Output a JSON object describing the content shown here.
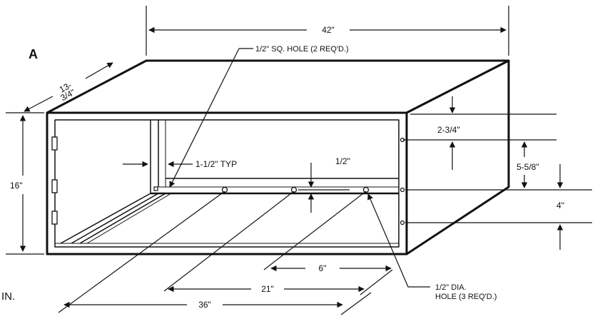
{
  "figure": {
    "view_label": "A",
    "side_text": "IN.",
    "dimensions": {
      "width": "42\"",
      "depth_line1": "13-",
      "depth_line2": "3/4\"",
      "height": "16\"",
      "top_gap": "2-3/4\"",
      "hole_spacing": "5-5/8\"",
      "bottom_gap": "4\"",
      "wall_thickness": "1-1/2\" TYP",
      "hole_offset": "1/2\"",
      "spacing_6": "6\"",
      "spacing_21": "21\"",
      "spacing_36": "36\""
    },
    "callouts": {
      "square_hole": "1/2\" SQ. HOLE (2 REQ'D.)",
      "round_hole_line1": "1/2\" DIA.",
      "round_hole_line2": "HOLE (3 REQ'D.)"
    }
  }
}
